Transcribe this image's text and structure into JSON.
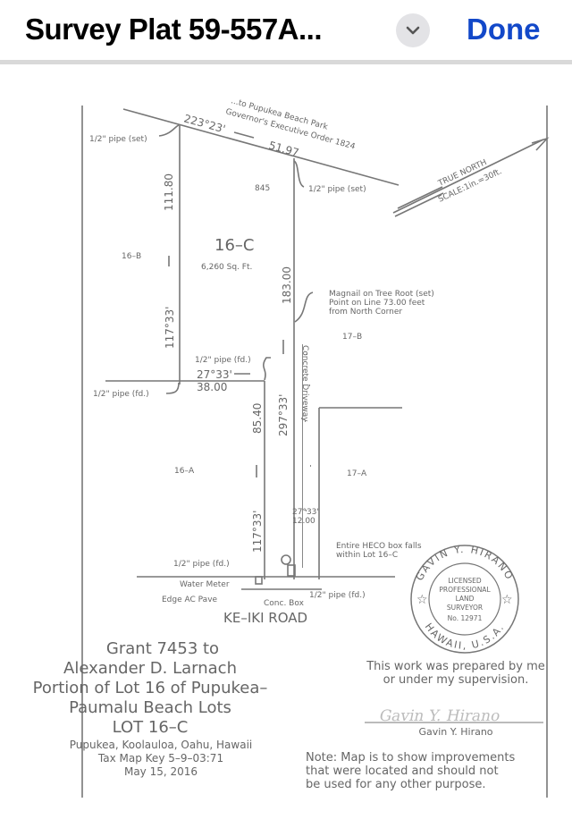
{
  "header": {
    "title": "Survey Plat 59-557A...",
    "menu_icon": "chevron-down-icon",
    "done_label": "Done"
  },
  "plat": {
    "top_boundary": [
      "...to Pupukea Beach Park",
      "Governor's Executive Order 1824"
    ],
    "bearing_top": "223°23'",
    "distance_top": "51.97",
    "pipe_set_left": "1/2\" pipe (set)",
    "pipe_set_right": "1/2\" pipe (set)",
    "north_arrow": "TRUE NORTH",
    "scale": "SCALE:1in.=30ft.",
    "dist_111": "111.80",
    "lot_845": "845",
    "lot_main": "16–C",
    "area": "6,260 Sq. Ft.",
    "lot_16b": "16–B",
    "dist_183": "183.00",
    "magnail": [
      "Magnail on Tree Root (set)",
      "Point on Line 73.00 feet",
      "from North Corner"
    ],
    "lot_17b": "17–B",
    "bearing_117_upper": "117°33'",
    "pipe_fd_mid": "1/2\" pipe (fd.)",
    "bearing_27": "27°33'",
    "distance_38": "38.00",
    "pipe_fd_left": "1/2\" pipe (fd.)",
    "dist_85": "85.40",
    "bearing_297": "297°33'",
    "driveway": "Concrete Driveway",
    "lot_16a": "16–A",
    "lot_17a": "17–A",
    "bearing_27_lower": "27°33'",
    "distance_12": "12.00",
    "bearing_117_lower": "117°33'",
    "heco": [
      "Entire HECO box falls",
      "within Lot 16–C"
    ],
    "marker_1": "①",
    "pipe_fd_road": "1/2\" pipe (fd.)",
    "water_meter": "Water Meter",
    "edge_pave": "Edge AC Pave",
    "conc_box": "Conc. Box",
    "pipe_fd_right": "1/2\" pipe (fd.)",
    "road": "KE–IKI ROAD"
  },
  "stamp": {
    "name": "GAVIN Y. HIRANO",
    "lines": [
      "LICENSED",
      "PROFESSIONAL",
      "LAND",
      "SURVEYOR",
      "No. 12971"
    ],
    "state": "HAWAII, U.S.A."
  },
  "title_block": {
    "lines": [
      "Grant 7453 to",
      "Alexander D. Larnach",
      "Portion of Lot 16 of Pupukea–",
      "Paumalu Beach Lots",
      "LOT 16–C"
    ],
    "sub": [
      "Pupukea, Koolauloa, Oahu, Hawaii",
      "Tax Map Key 5–9–03:71",
      "May 15, 2016"
    ]
  },
  "certification": {
    "lines": [
      "This work was prepared by me",
      "or under my supervision."
    ],
    "signature": "Gavin Y. Hirano",
    "signer": "Gavin Y. Hirano",
    "note": [
      "Note: Map is to show improvements",
      "that were located and should not",
      "be used for any other purpose."
    ]
  }
}
